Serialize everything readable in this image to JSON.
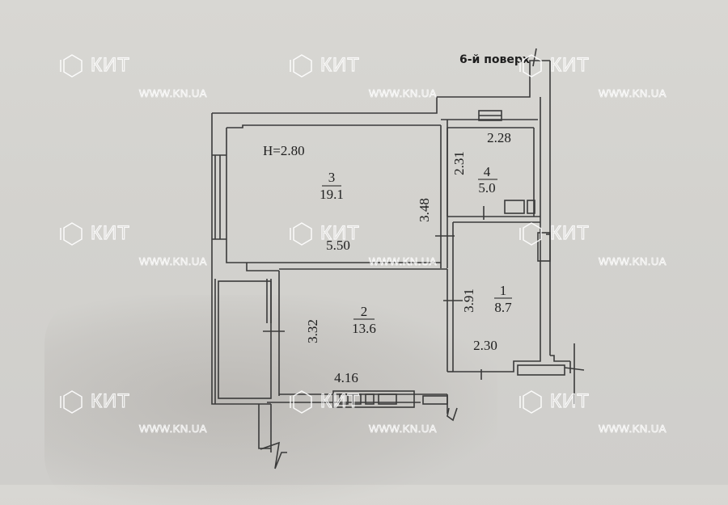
{
  "floor_label": "6-й поверх",
  "ceiling_height": "H=2.80",
  "rooms": [
    {
      "number": "3",
      "area": "19.1",
      "width": "5.50",
      "depth": "3.48"
    },
    {
      "number": "4",
      "area": "5.0",
      "width": "2.28",
      "depth": "2.31"
    },
    {
      "number": "2",
      "area": "13.6",
      "width": "4.16",
      "depth": "3.32"
    },
    {
      "number": "1",
      "area": "8.7",
      "width": "2.30",
      "depth": "3.91"
    }
  ],
  "watermark": {
    "brand": "КИТ",
    "url": "WWW.KN.UA"
  },
  "colors": {
    "paper": "#d5d4d0",
    "line": "#3a3a3a",
    "text": "#1e1e1e",
    "watermark": "#ffffff"
  }
}
